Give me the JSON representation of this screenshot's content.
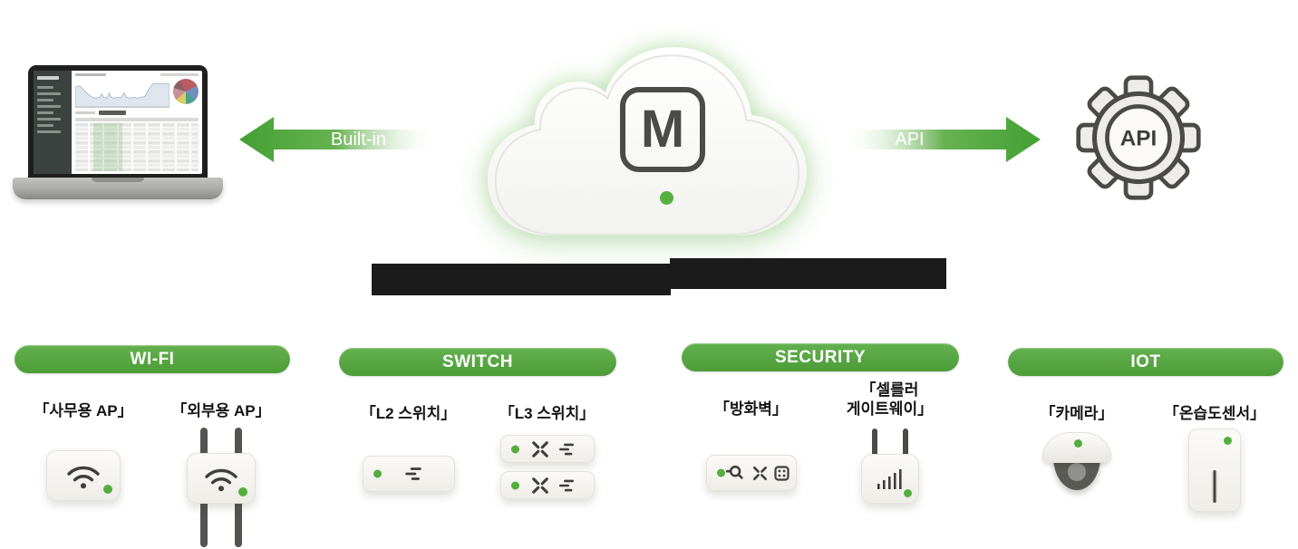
{
  "arrows": {
    "builtin_label": "Built-in",
    "api_label": "API"
  },
  "cloud": {
    "logo_letter": "M"
  },
  "gear": {
    "label": "API"
  },
  "categories": [
    {
      "label": "WI-FI",
      "devices": [
        {
          "name": "「사무용 AP」",
          "lines": [
            "「사무용 AP」"
          ],
          "type": "office-ap"
        },
        {
          "name": "「외부용 AP」",
          "lines": [
            "「외부용 AP」"
          ],
          "type": "outdoor-ap"
        }
      ]
    },
    {
      "label": "SWITCH",
      "devices": [
        {
          "name": "「L2 스위치」",
          "lines": [
            "「L2 스위치」"
          ],
          "type": "l2-switch"
        },
        {
          "name": "「L3 스위치」",
          "lines": [
            "「L3 스위치」"
          ],
          "type": "l3-switch"
        }
      ]
    },
    {
      "label": "SECURITY",
      "devices": [
        {
          "name": "「방화벽」",
          "lines": [
            "「방화벽」"
          ],
          "type": "firewall"
        },
        {
          "name": "「셀를러 게이트웨이」",
          "lines": [
            "「셀를러",
            "게이트웨이」"
          ],
          "type": "cellular-gateway"
        }
      ]
    },
    {
      "label": "IOT",
      "devices": [
        {
          "name": "「카메라」",
          "lines": [
            "「카메라」"
          ],
          "type": "camera"
        },
        {
          "name": "「온습도센서」",
          "lines": [
            "「온습도센서」"
          ],
          "type": "temp-humidity-sensor"
        }
      ]
    }
  ],
  "colors": {
    "accent_green": "#55a740",
    "led_green": "#55ad3f",
    "redaction": "#1b1b1b"
  }
}
